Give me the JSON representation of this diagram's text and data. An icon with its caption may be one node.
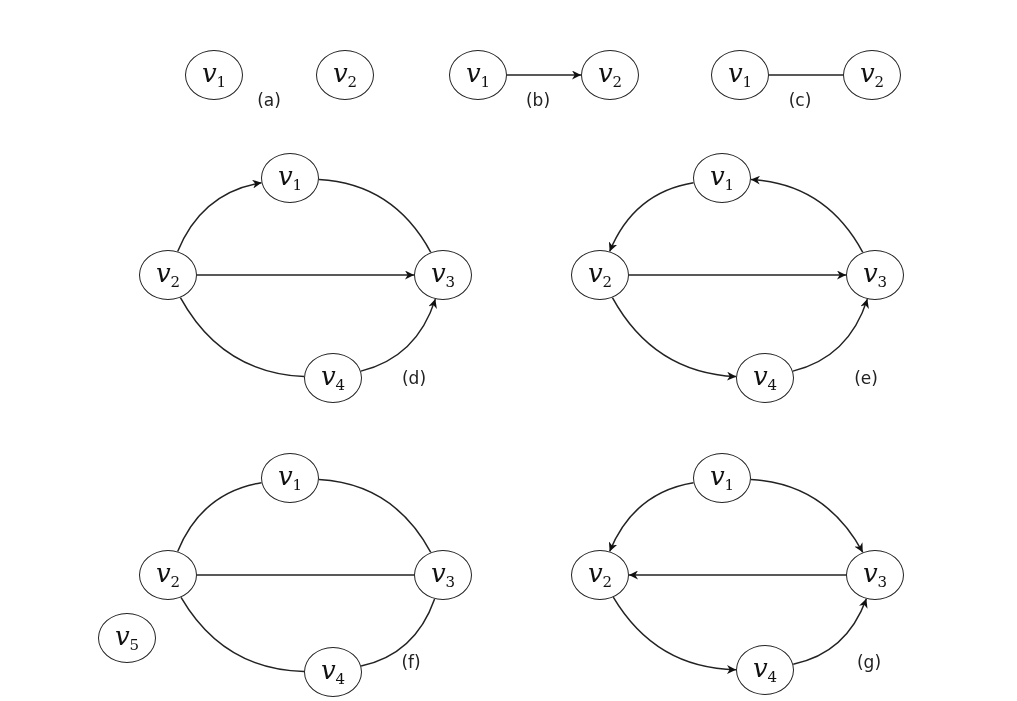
{
  "diagram": {
    "nodes": [
      {
        "text": [
          "*v*$_{1}$"
        ]
      },
      {
        "text": [
          "*v*$_{2}$"
        ]
      },
      {
        "text": [
          "*v*$_{1}$"
        ]
      },
      {
        "text": [
          "*v*$_{2}$"
        ]
      },
      {
        "text": [
          "*v*$_{1}$"
        ]
      },
      {
        "text": [
          "*v*$_{2}$"
        ]
      },
      {
        "text": [
          "*v*$_{1}$"
        ]
      },
      {
        "text": [
          "*v*$_{2}$"
        ]
      },
      {
        "text": [
          "*v*$_{3}$"
        ]
      },
      {
        "text": [
          "*v*$_{4}$"
        ]
      },
      {
        "text": [
          "*v*$_{1}$"
        ]
      },
      {
        "text": [
          "*v*$_{2}$"
        ]
      },
      {
        "text": [
          "*v*$_{3}$"
        ]
      },
      {
        "text": [
          "*v*$_{4}$"
        ]
      },
      {
        "text": [
          "*v*$_{1}$"
        ]
      },
      {
        "text": [
          "*v*$_{2}$"
        ]
      },
      {
        "text": [
          "*v*$_{3}$"
        ]
      },
      {
        "text": [
          "*v*$_{4}$"
        ]
      },
      {
        "text": [
          "*v*$_{5}$"
        ]
      },
      {
        "text": [
          "*v*$_{1}$"
        ]
      },
      {
        "text": [
          "*v*$_{2}$"
        ]
      },
      {
        "text": [
          "*v*$_{3}$"
        ]
      },
      {
        "text": [
          "*v*$_{4}$"
        ]
      }
    ],
    "edges": [
      {
        "from": 2,
        "to": 3,
        "arrow": "to"
      },
      {
        "from": 4,
        "to": 5,
        "arrow": "none"
      },
      {
        "from": 7,
        "to": 6,
        "arrow": "to"
      },
      {
        "from": 6,
        "to": 8,
        "arrow": "none"
      },
      {
        "from": 7,
        "to": 8,
        "arrow": "to"
      },
      {
        "from": 7,
        "to": 9,
        "arrow": "none"
      },
      {
        "from": 9,
        "to": 8,
        "arrow": "to"
      },
      {
        "from": 10,
        "to": 11,
        "arrow": "to"
      },
      {
        "from": 12,
        "to": 10,
        "arrow": "to"
      },
      {
        "from": 11,
        "to": 12,
        "arrow": "to"
      },
      {
        "from": 11,
        "to": 13,
        "arrow": "to"
      },
      {
        "from": 13,
        "to": 12,
        "arrow": "to"
      },
      {
        "from": 15,
        "to": 14,
        "arrow": "none"
      },
      {
        "from": 14,
        "to": 16,
        "arrow": "none"
      },
      {
        "from": 15,
        "to": 16,
        "arrow": "none"
      },
      {
        "from": 15,
        "to": 17,
        "arrow": "none"
      },
      {
        "from": 17,
        "to": 16,
        "arrow": "none"
      },
      {
        "from": 19,
        "to": 20,
        "arrow": "to"
      },
      {
        "from": 19,
        "to": 21,
        "arrow": "to"
      },
      {
        "from": 21,
        "to": 20,
        "arrow": "to"
      },
      {
        "from": 20,
        "to": 22,
        "arrow": "to"
      },
      {
        "from": 22,
        "to": 21,
        "arrow": "to"
      }
    ],
    "labels": [
      "(a)",
      "(b)",
      "(c)",
      "(d)",
      "(e)",
      "(f)",
      "(g)"
    ]
  }
}
